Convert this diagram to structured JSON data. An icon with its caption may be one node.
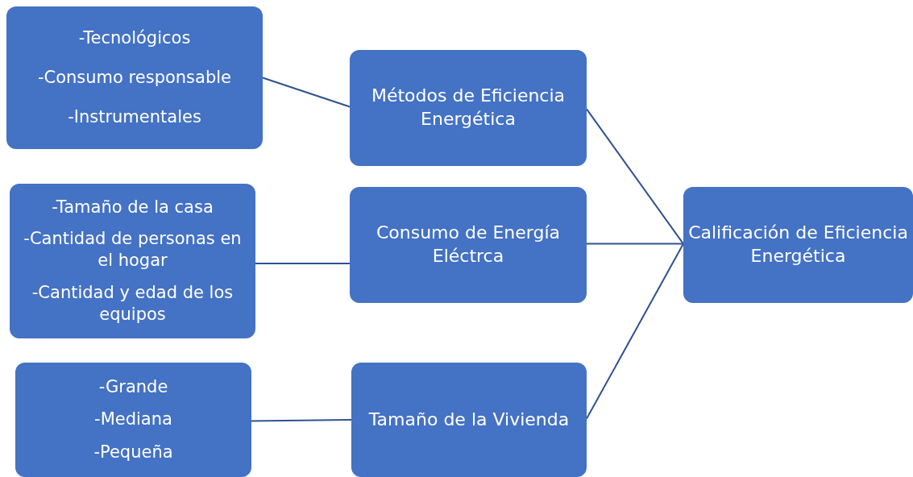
{
  "diagram": {
    "nodes": [
      {
        "text": [
          "-Tecnológicos",
          "-Consumo responsable",
          "-Instrumentales"
        ]
      },
      {
        "text": [
          "Métodos de Eficiencia Energética"
        ]
      },
      {
        "text": [
          "-Tamaño de la casa",
          "-Cantidad de personas en el hogar",
          "-Cantidad y edad de los equipos"
        ]
      },
      {
        "text": [
          "Consumo de Energía Eléctrca"
        ]
      },
      {
        "text": [
          "-Grande",
          "-Mediana",
          "-Pequeña"
        ]
      },
      {
        "text": [
          "Tamaño de la Vivienda"
        ]
      },
      {
        "text": [
          "Calificación de Eficiencia Energética"
        ]
      }
    ],
    "edges": [
      {
        "from": 0,
        "to": 1,
        "arrow": "none"
      },
      {
        "from": 2,
        "to": 3,
        "arrow": "none"
      },
      {
        "from": 4,
        "to": 5,
        "arrow": "none"
      },
      {
        "from": 1,
        "to": 6,
        "arrow": "none"
      },
      {
        "from": 3,
        "to": 6,
        "arrow": "none"
      },
      {
        "from": 5,
        "to": 6,
        "arrow": "none"
      }
    ]
  }
}
